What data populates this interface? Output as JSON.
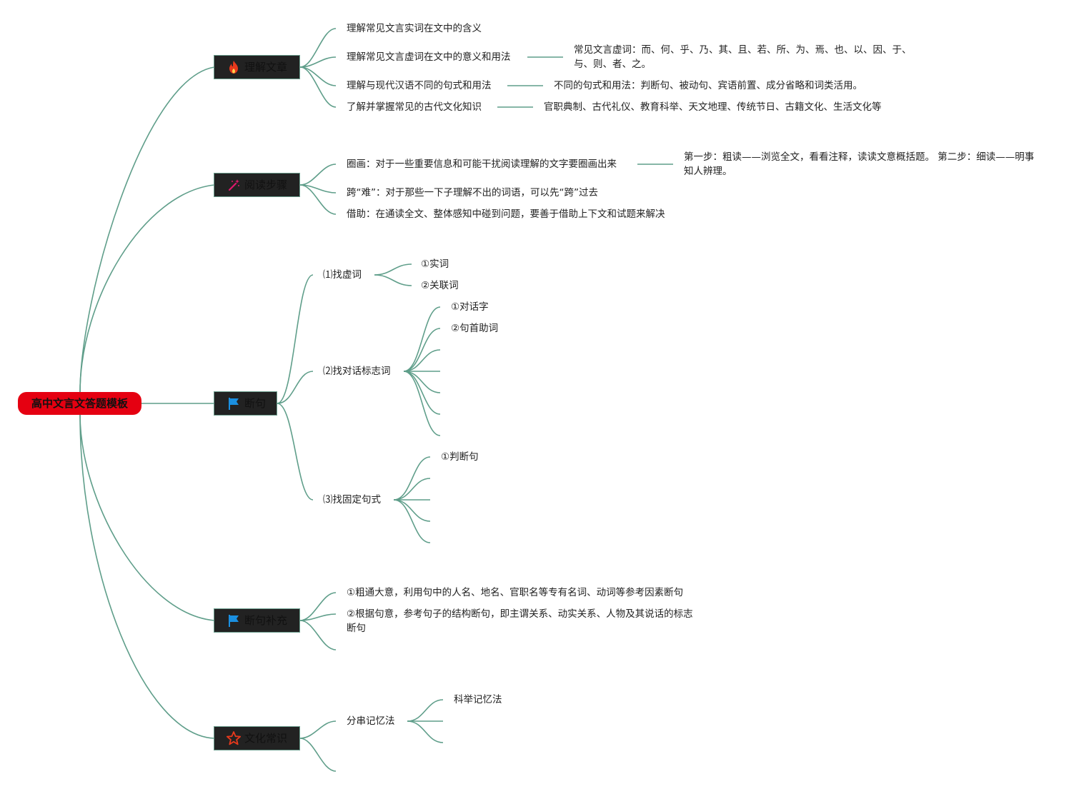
{
  "root": {
    "label": "高中文言文答题模板",
    "color": "#e50011"
  },
  "branches": {
    "b1": {
      "label": "理解文章",
      "icon": "fire-icon",
      "items": [
        "理解常见文言实词在文中的含义",
        "理解常见文言虚词在文中的意义和用法",
        "理解与现代汉语不同的句式和用法",
        "了解并掌握常见的古代文化知识"
      ],
      "details": [
        "常见文言虚词：而、何、乎、乃、其、且、若、所、为、焉、也、以、因、于、与、则、者、之。",
        "不同的句式和用法：判断句、被动句、宾语前置、成分省略和词类活用。",
        "官职典制、古代礼仪、教育科举、天文地理、传统节日、古籍文化、生活文化等"
      ]
    },
    "b2": {
      "label": "阅读步骤",
      "icon": "magic-wand-icon",
      "items": [
        "圈画：对于一些重要信息和可能干扰阅读理解的文字要圈画出来",
        "跨“难”：对于那些一下子理解不出的词语，可以先“跨”过去",
        "借助：在通读全文、整体感知中碰到问题，要善于借助上下文和试题来解决"
      ],
      "detail": "第一步：粗读——浏览全文，看看注释，读读文意概括题。 第二步：细读——明事知人辨理。"
    },
    "b3": {
      "label": "断句",
      "icon": "flag-icon",
      "subs": [
        "⑴找虚词",
        "⑵找对话标志词",
        "⑶找固定句式"
      ],
      "s1": [
        "①实词",
        "②关联词"
      ],
      "s2": [
        "①对话字",
        "②句首助词"
      ],
      "s3": [
        "①判断句"
      ]
    },
    "b4": {
      "label": "断句补充",
      "icon": "flag-icon",
      "items": [
        "①粗通大意，利用句中的人名、地名、官职名等专有名词、动词等参考因素断句",
        "②根据句意，参考句子的结构断句，即主谓关系、动实关系、人物及其说话的标志断句"
      ]
    },
    "b5": {
      "label": "文化常识",
      "icon": "star-icon",
      "sub": "分串记忆法",
      "items": [
        "科举记忆法"
      ]
    }
  },
  "colors": {
    "link": "#5f9e8a",
    "branch_bg": "#222222",
    "root": "#e50011"
  }
}
